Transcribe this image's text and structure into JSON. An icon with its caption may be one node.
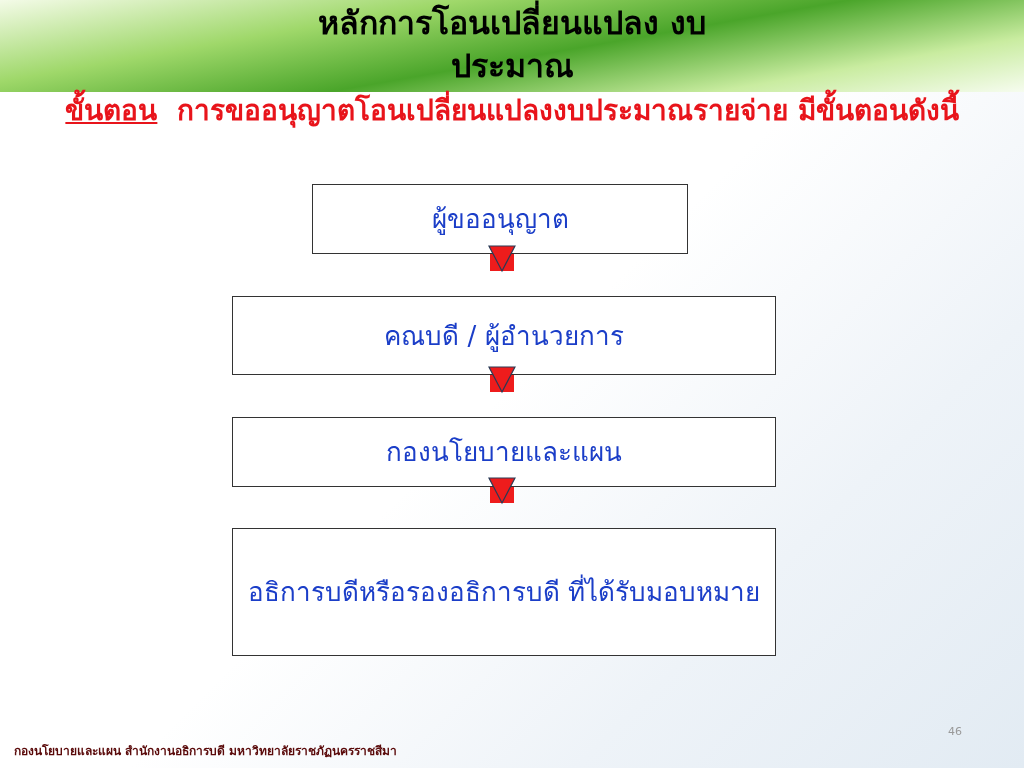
{
  "diagram": {
    "title": "หลักการโอนเปลี่ยนแปลง งบประมาณ",
    "nodes": [
      {
        "text": [
          "ผู้ขออนุญาต"
        ]
      },
      {
        "text": [
          "คณบดี / ผู้อำนวยการ"
        ]
      },
      {
        "text": [
          "กองนโยบายและแผน"
        ]
      },
      {
        "text": [
          "อธิการบดีหรือรองอธิการบดี ที่ได้รับมอบหมาย"
        ]
      }
    ],
    "edges": [
      {
        "from": 0,
        "to": 1,
        "arrow": "to"
      },
      {
        "from": 1,
        "to": 2,
        "arrow": "to"
      },
      {
        "from": 2,
        "to": 3,
        "arrow": "to"
      }
    ],
    "labels": [
      "ขั้นตอน",
      "การขออนุญาตโอนเปลี่ยนแปลงงบประมาณรายจ่าย มีขั้นตอนดังนี้",
      "46",
      "กองนโยบายและแผน สำนักงานอธิการบดี มหาวิทยาลัยราชภัฏนครราชสีมา"
    ]
  }
}
